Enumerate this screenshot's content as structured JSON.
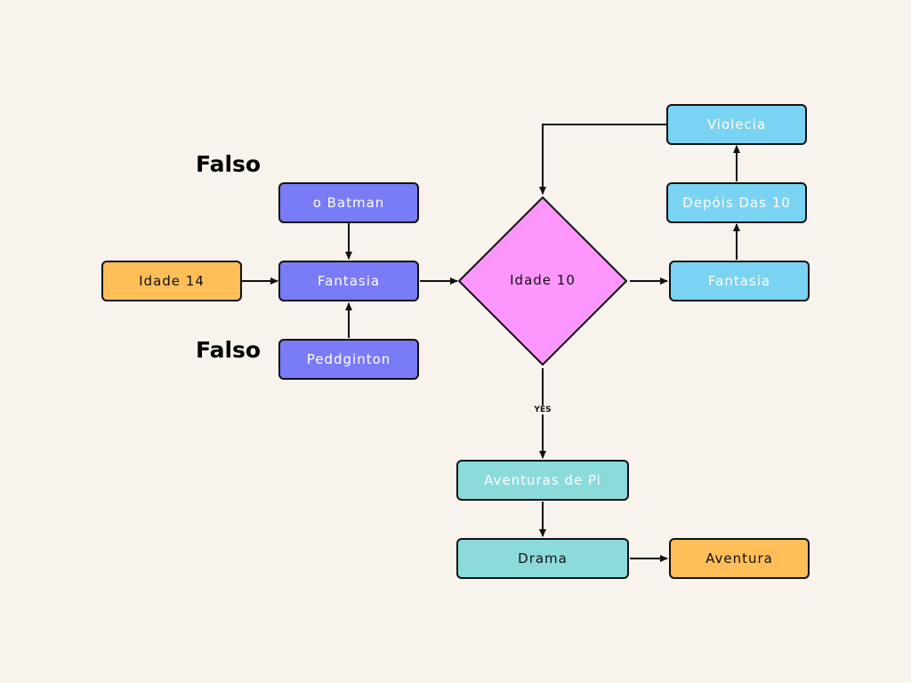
{
  "labels": {
    "falso_top": "Falso",
    "falso_bottom": "Falso",
    "yes": "YES"
  },
  "nodes": {
    "idade14": "Idade 14",
    "batman": "o Batman",
    "fantasia_left": "Fantasia",
    "peddginton": "Peddginton",
    "idade10": "Idade 10",
    "fantasia_right": "Fantasia",
    "depois": "Depóis Das 10",
    "violecia": "Violecia",
    "aventuras": "Aventuras de Pi",
    "drama": "Drama",
    "aventura": "Aventura"
  },
  "colors": {
    "background": "#f8f3ed",
    "purple": "#7a7bf6",
    "orange": "#ffbe58",
    "blue": "#7ad3f3",
    "teal": "#8bdbdb",
    "diamond": "#fd97fd",
    "stroke": "#111111"
  }
}
